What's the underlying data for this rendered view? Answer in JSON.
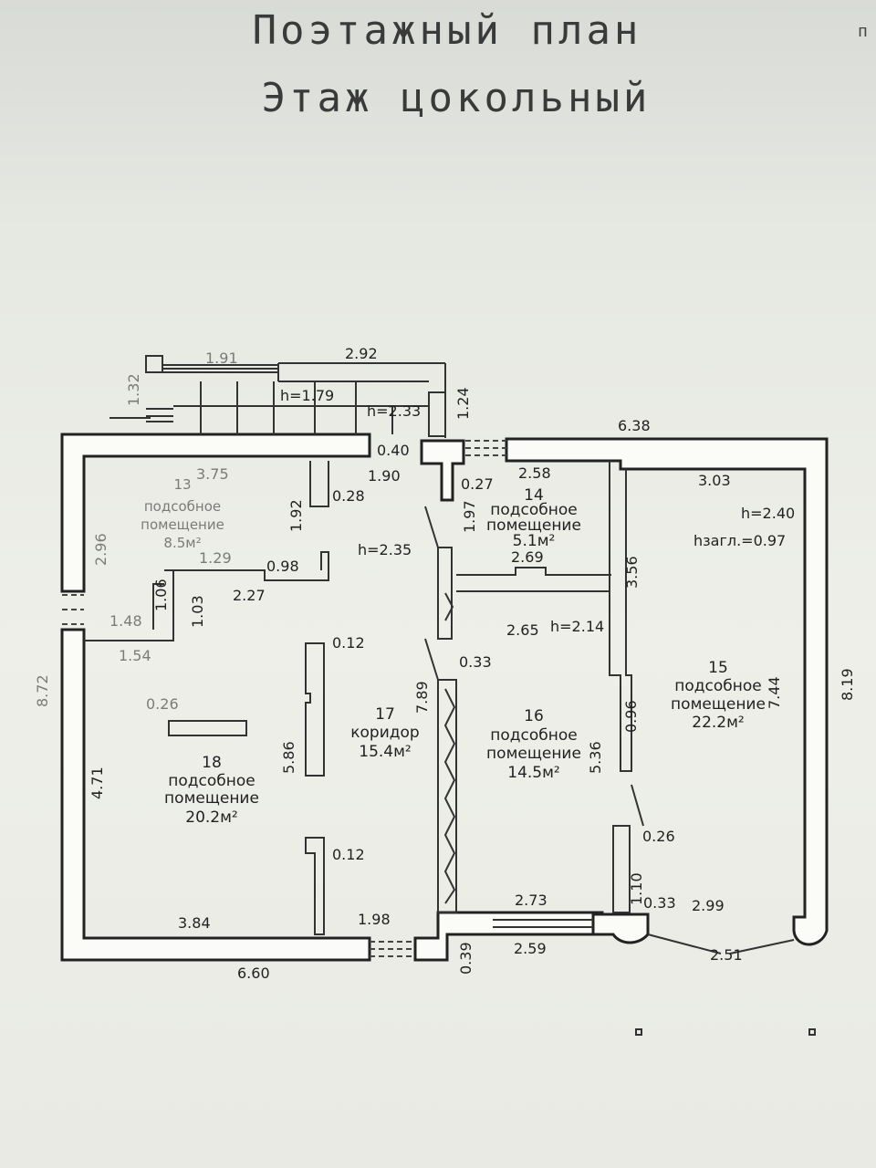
{
  "title_line1": "Поэтажный план",
  "title_line2": "Этаж цокольный",
  "corner_mark": "п",
  "rooms": {
    "r13": {
      "num": "13",
      "name1": "подсобное",
      "name2": "помещение",
      "area": "8.5м²"
    },
    "r14": {
      "num": "14",
      "name1": "подсобное",
      "name2": "помещение",
      "area": "5.1м²"
    },
    "r15": {
      "num": "15",
      "name1": "подсобное",
      "name2": "помещение",
      "area": "22.2м²"
    },
    "r16": {
      "num": "16",
      "name1": "подсобное",
      "name2": "помещение",
      "area": "14.5м²"
    },
    "r17": {
      "num": "17",
      "name1": "коридор",
      "area": "15.4м²"
    },
    "r18": {
      "num": "18",
      "name1": "подсобное",
      "name2": "помещение",
      "area": "20.2м²"
    }
  },
  "heights": {
    "h179": "h=1.79",
    "h233": "h=2.33",
    "h235": "h=2.35",
    "h214": "h=2.14",
    "h240": "h=2.40",
    "hzagl": "hзагл.=0.97"
  },
  "dims": {
    "d191": "1.91",
    "d292": "2.92",
    "d132": "1.32",
    "d124": "1.24",
    "d638": "6.38",
    "d040": "0.40",
    "d375": "3.75",
    "d190": "1.90",
    "d027": "0.27",
    "d258": "2.58",
    "d303": "3.03",
    "d028": "0.28",
    "d192": "1.92",
    "d197": "1.97",
    "d269": "2.69",
    "d356": "3.56",
    "d296": "2.96",
    "d129": "1.29",
    "d098": "0.98",
    "d227": "2.27",
    "d106": "1.06",
    "d103": "1.03",
    "d148": "1.48",
    "d265": "2.65",
    "d154": "1.54",
    "d012a": "0.12",
    "d033a": "0.33",
    "d872": "8.72",
    "d026": "0.26",
    "d789": "7.89",
    "d744": "7.44",
    "d819": "8.19",
    "d096": "0.96",
    "d586": "5.86",
    "d536": "5.36",
    "d471": "4.71",
    "d026b": "0.26",
    "d012b": "0.12",
    "d110": "1.10",
    "d273": "2.73",
    "d033b": "0.33",
    "d299": "2.99",
    "d384": "3.84",
    "d198": "1.98",
    "d039": "0.39",
    "d259": "2.59",
    "d251": "2.51",
    "d660": "6.60"
  }
}
